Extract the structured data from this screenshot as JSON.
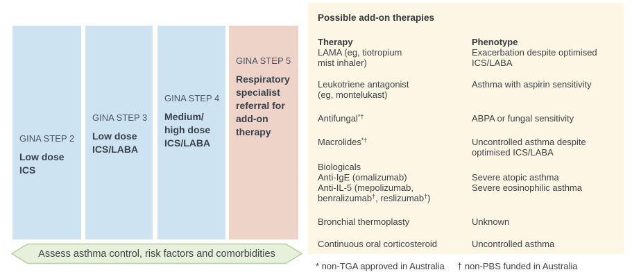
{
  "steps": [
    {
      "label": "GINA STEP 2",
      "title_lines": [
        "Low dose",
        "ICS"
      ]
    },
    {
      "label": "GINA STEP 3",
      "title_lines": [
        "Low dose",
        "ICS/LABA"
      ]
    },
    {
      "label": "GINA STEP 4",
      "title_lines": [
        "Medium/",
        "high dose",
        "ICS/LABA"
      ]
    },
    {
      "label": "GINA STEP 5",
      "title_lines": [
        "Respiratory",
        "specialist",
        "referral for",
        "add-on",
        "therapy"
      ]
    }
  ],
  "arrow": {
    "text": "Assess asthma control, risk factors and comorbidities"
  },
  "panel": {
    "heading": "Possible add-on therapies",
    "col_headers": {
      "therapy": "Therapy",
      "phenotype": "Phenotype"
    },
    "rows": [
      {
        "therapy": [
          "LAMA (eg, tiotropium",
          "mist inhaler)"
        ],
        "phenotype": [
          "Exacerbation despite optimised",
          "ICS/LABA"
        ]
      },
      {
        "therapy": [
          "Leukotriene antagonist",
          "(eg, montelukast)"
        ],
        "phenotype": [
          "Asthma with aspirin sensitivity"
        ]
      },
      {
        "therapy": [
          [
            {
              "t": "Antifungal"
            },
            {
              "t": "*†",
              "sup": true
            }
          ]
        ],
        "phenotype": [
          "ABPA or fungal sensitivity"
        ]
      },
      {
        "therapy": [
          [
            {
              "t": "Macrolides"
            },
            {
              "t": "*†",
              "sup": true
            }
          ]
        ],
        "phenotype": [
          "Uncontrolled asthma despite",
          "optimised ICS/LABA"
        ]
      },
      {
        "therapy": [
          "Biologicals",
          "Anti-IgE (omalizumab)",
          "Anti-IL-5 (mepolizumab,",
          [
            {
              "t": "benralizumab"
            },
            {
              "t": "†",
              "sup": true
            },
            {
              "t": ", reslizumab"
            },
            {
              "t": "†",
              "sup": true
            },
            {
              "t": ")"
            }
          ]
        ],
        "phenotype": [
          "",
          "Severe atopic asthma",
          "Severe eosinophilic asthma"
        ]
      },
      {
        "therapy": [
          "Bronchial thermoplasty"
        ],
        "phenotype": [
          "Unknown"
        ]
      },
      {
        "therapy": [
          "Continuous oral corticosteroid"
        ],
        "phenotype": [
          "Uncontrolled asthma"
        ]
      }
    ],
    "footnotes": [
      "* non-TGA approved in Australia",
      "† non-PBS funded in Australia"
    ]
  },
  "colors": {
    "step_blue": "#cee3f2",
    "step_salmon": "#edd3c8",
    "panel_cream": "#fdf6e5",
    "arrow_fill": "#e7f0db",
    "arrow_border": "#b6cda2",
    "text": "#3d4045",
    "step_label_text": "#4c5560",
    "step_title_text": "#39414b"
  }
}
